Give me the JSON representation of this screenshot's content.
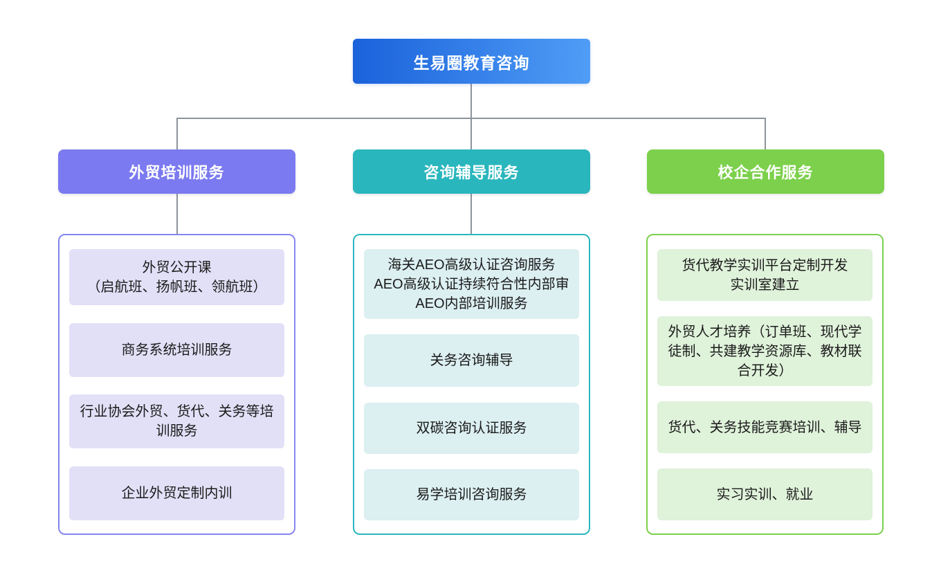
{
  "page": {
    "background": "#ffffff",
    "connector_color": "#8d939b"
  },
  "root": {
    "label": "生易圈教育咨询",
    "gradient_start": "#1a62db",
    "gradient_end": "#4f9df6",
    "text_color": "#ffffff"
  },
  "branches": [
    {
      "label": "外贸培训服务",
      "header_color": "#7b7af0",
      "border_color": "#8585f1",
      "item_bg": "#e2e0f7",
      "items": [
        {
          "text": "外贸公开课\n（启航班、扬帆班、领航班）"
        },
        {
          "text": "商务系统培训服务"
        },
        {
          "text": "行业协会外贸、货代、关务等培训服务"
        },
        {
          "text": "企业外贸定制内训"
        }
      ]
    },
    {
      "label": "咨询辅导服务",
      "header_color": "#2ab6bd",
      "border_color": "#2ab6bd",
      "item_bg": "#dceff1",
      "items": [
        {
          "text": "海关AEO高级认证咨询服务\nAEO高级认证持续符合性内部审\nAEO内部培训服务"
        },
        {
          "text": "关务咨询辅导"
        },
        {
          "text": "双碳咨询认证服务"
        },
        {
          "text": "易学培训咨询服务"
        }
      ]
    },
    {
      "label": "校企合作服务",
      "header_color": "#7cd04b",
      "border_color": "#7cd04b",
      "item_bg": "#dff2da",
      "items": [
        {
          "text": "货代教学实训平台定制开发\n实训室建立"
        },
        {
          "text": "外贸人才培养（订单班、现代学徒制、共建教学资源库、教材联合开发）"
        },
        {
          "text": "货代、关务技能竞赛培训、辅导"
        },
        {
          "text": "实习实训、就业"
        }
      ]
    }
  ]
}
